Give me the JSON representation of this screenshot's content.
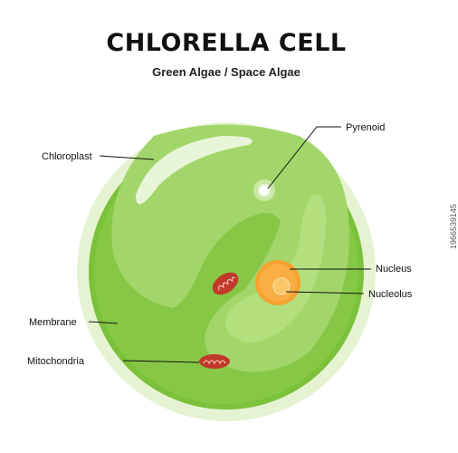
{
  "header": {
    "title": "CHLORELLA CELL",
    "subtitle": "Green Algae / Space Algae"
  },
  "labels": {
    "pyrenoid": "Pyrenoid",
    "chloroplast": "Chloroplast",
    "nucleus": "Nucleus",
    "nucleolus": "Nucleolus",
    "membrane": "Membrane",
    "mitochondria": "Mitochondria"
  },
  "stock_id": "1966539145",
  "colors": {
    "outer_halo": "#e6f3d3",
    "cell_body": "#7cc13a",
    "chloroplast": "#a3d66a",
    "nucleus": "#f7a12f",
    "nucleolus": "#fbc56a",
    "mitochondria": "#c0392b"
  }
}
